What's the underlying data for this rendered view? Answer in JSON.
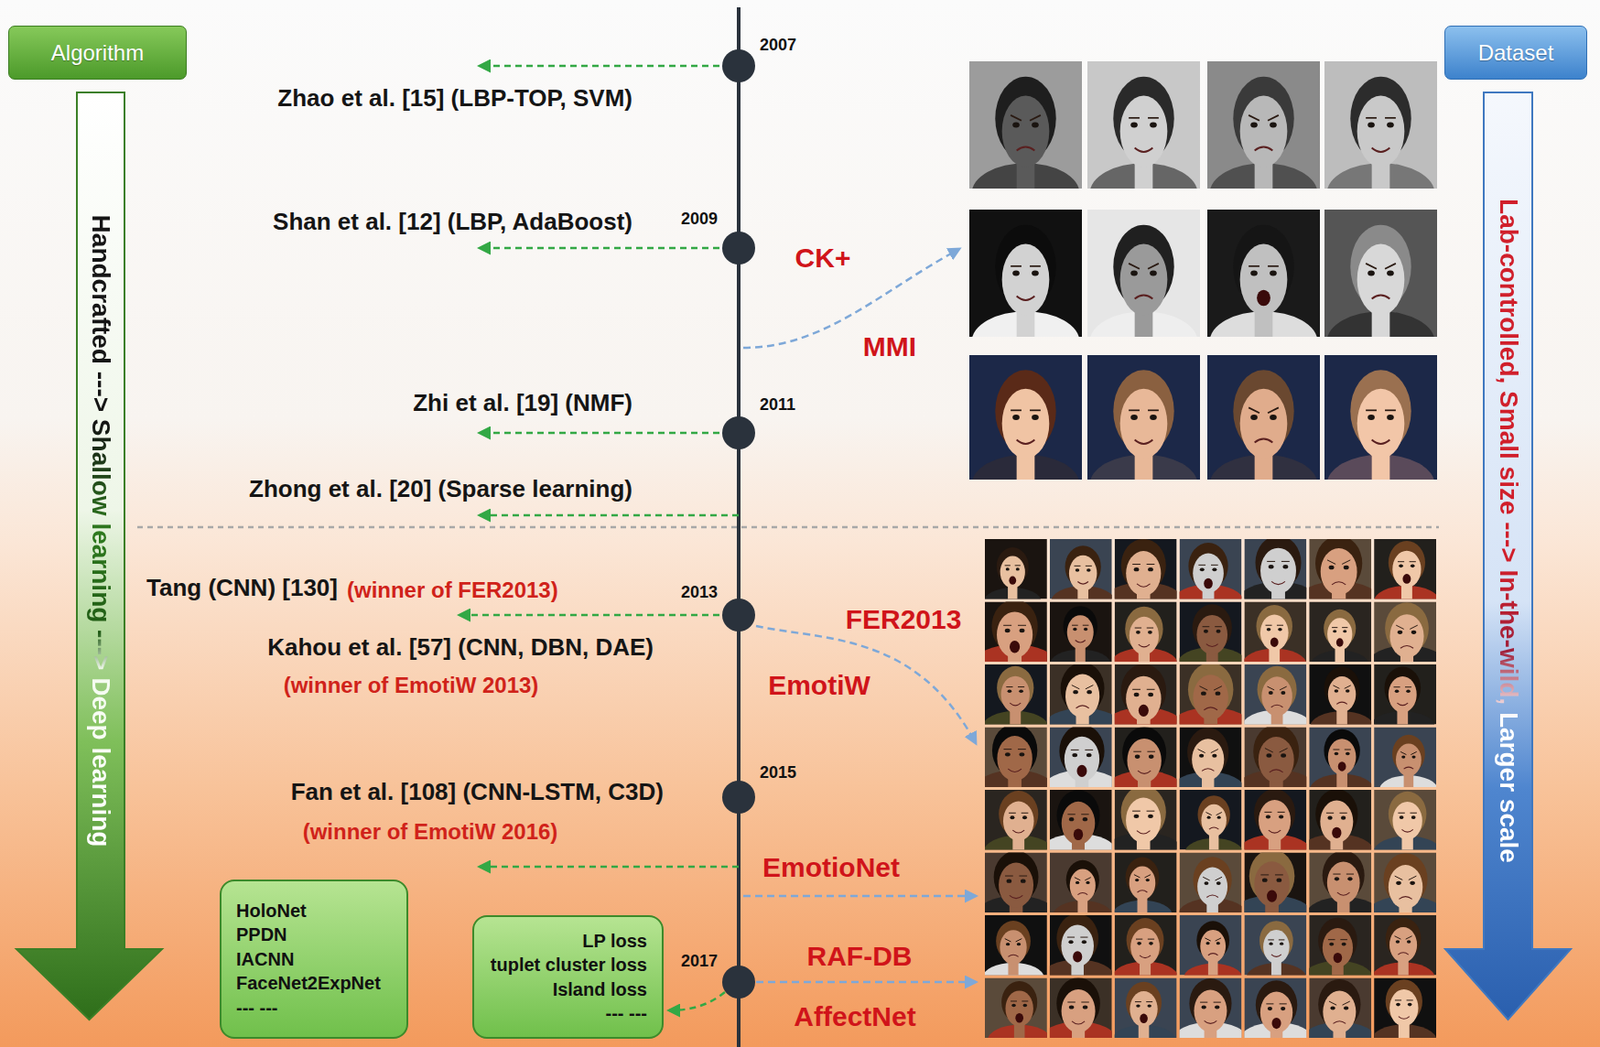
{
  "diagram": {
    "nodes": [
      {
        "text": [
          "Algorithm"
        ]
      },
      {
        "text": [
          "Handcrafted ---> Shallow learning ---> Deep learning"
        ]
      },
      {
        "text": [
          "Dataset"
        ]
      },
      {
        "text": [
          "Lab-controlled, Small size ---> In-the-wild, Larger scale"
        ]
      },
      {
        "text": [
          "HoloNet",
          "PPDN",
          "IACNN",
          "FaceNet2ExpNet",
          "--- ---"
        ]
      },
      {
        "text": [
          "LP loss",
          "tuplet cluster loss",
          "Island loss",
          "--- ---"
        ]
      }
    ],
    "labels": [
      "2007",
      "Zhao et al. [15] (LBP-TOP, SVM)",
      "Shan et al. [12] (LBP, AdaBoost)",
      "2009",
      "CK+",
      "MMI",
      "2011",
      "Zhi et al. [19] (NMF)",
      "Zhong et al. [20] (Sparse learning)",
      "Tang (CNN) [130]",
      "(winner of FER2013)",
      "2013",
      "FER2013",
      "Kahou et al. [57] (CNN, DBN, DAE)",
      "EmotiW",
      "(winner of EmotiW 2013)",
      "2015",
      "Fan et al. [108] (CNN-LSTM, C3D)",
      "(winner of EmotiW 2016)",
      "EmotioNet",
      "2017",
      "RAF-DB",
      "AffectNet"
    ]
  }
}
